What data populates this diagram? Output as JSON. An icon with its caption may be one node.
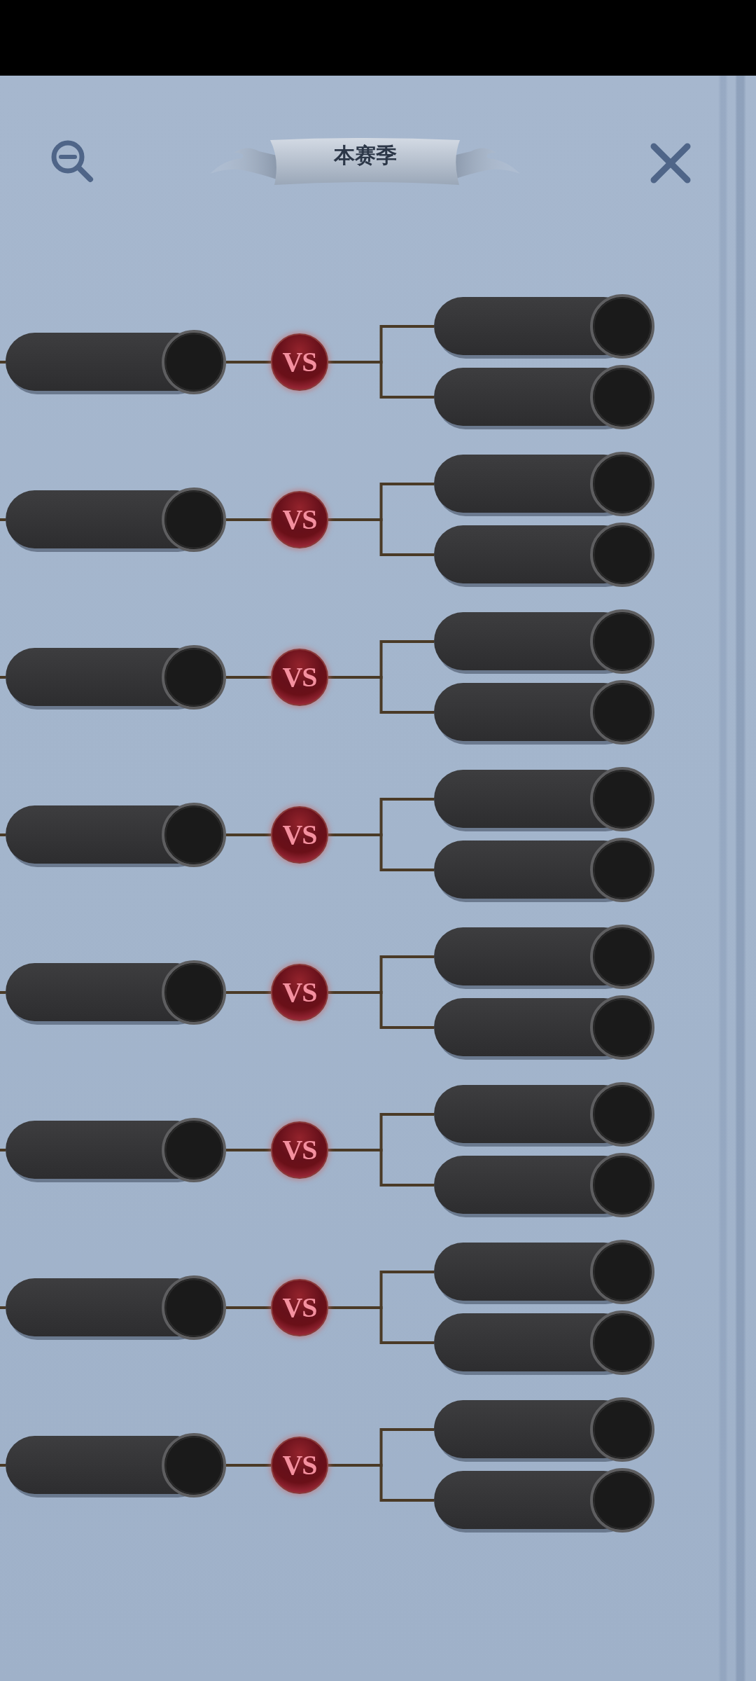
{
  "diagram": {
    "title": "本赛季",
    "nodes": [
      {
        "text": [],
        "shape": "bar"
      },
      {
        "text": [
          "VS"
        ]
      },
      {
        "text": [],
        "shape": "bar"
      },
      {
        "text": [],
        "shape": "bar"
      },
      {
        "text": [],
        "shape": "bar"
      },
      {
        "text": [
          "VS"
        ]
      },
      {
        "text": [],
        "shape": "bar"
      },
      {
        "text": [],
        "shape": "bar"
      },
      {
        "text": [],
        "shape": "bar"
      },
      {
        "text": [
          "VS"
        ]
      },
      {
        "text": [],
        "shape": "bar"
      },
      {
        "text": [],
        "shape": "bar"
      },
      {
        "text": [],
        "shape": "bar"
      },
      {
        "text": [
          "VS"
        ]
      },
      {
        "text": [],
        "shape": "bar"
      },
      {
        "text": [],
        "shape": "bar"
      },
      {
        "text": [],
        "shape": "bar"
      },
      {
        "text": [
          "VS"
        ]
      },
      {
        "text": [],
        "shape": "bar"
      },
      {
        "text": [],
        "shape": "bar"
      },
      {
        "text": [],
        "shape": "bar"
      },
      {
        "text": [
          "VS"
        ]
      },
      {
        "text": [],
        "shape": "bar"
      },
      {
        "text": [],
        "shape": "bar"
      },
      {
        "text": [],
        "shape": "bar"
      },
      {
        "text": [
          "VS"
        ]
      },
      {
        "text": [],
        "shape": "bar"
      },
      {
        "text": [],
        "shape": "bar"
      },
      {
        "text": [],
        "shape": "bar"
      },
      {
        "text": [
          "VS"
        ]
      },
      {
        "text": [],
        "shape": "bar"
      },
      {
        "text": [],
        "shape": "bar"
      }
    ],
    "edges": [
      {
        "from": null,
        "to": 0,
        "arrow": "none"
      },
      {
        "from": 0,
        "to": 1,
        "arrow": "none"
      },
      {
        "from": 1,
        "to": 2,
        "arrow": "none"
      },
      {
        "from": 1,
        "to": 3,
        "arrow": "none"
      },
      {
        "from": null,
        "to": 4,
        "arrow": "none"
      },
      {
        "from": 4,
        "to": 5,
        "arrow": "none"
      },
      {
        "from": 5,
        "to": 6,
        "arrow": "none"
      },
      {
        "from": 5,
        "to": 7,
        "arrow": "none"
      },
      {
        "from": null,
        "to": 8,
        "arrow": "none"
      },
      {
        "from": 8,
        "to": 9,
        "arrow": "none"
      },
      {
        "from": 9,
        "to": 10,
        "arrow": "none"
      },
      {
        "from": 9,
        "to": 11,
        "arrow": "none"
      },
      {
        "from": null,
        "to": 12,
        "arrow": "none"
      },
      {
        "from": 12,
        "to": 13,
        "arrow": "none"
      },
      {
        "from": 13,
        "to": 14,
        "arrow": "none"
      },
      {
        "from": 13,
        "to": 15,
        "arrow": "none"
      },
      {
        "from": null,
        "to": 16,
        "arrow": "none"
      },
      {
        "from": 16,
        "to": 17,
        "arrow": "none"
      },
      {
        "from": 17,
        "to": 18,
        "arrow": "none"
      },
      {
        "from": 17,
        "to": 19,
        "arrow": "none"
      },
      {
        "from": null,
        "to": 20,
        "arrow": "none"
      },
      {
        "from": 20,
        "to": 21,
        "arrow": "none"
      },
      {
        "from": 21,
        "to": 22,
        "arrow": "none"
      },
      {
        "from": 21,
        "to": 23,
        "arrow": "none"
      },
      {
        "from": null,
        "to": 24,
        "arrow": "none"
      },
      {
        "from": 24,
        "to": 25,
        "arrow": "none"
      },
      {
        "from": 25,
        "to": 26,
        "arrow": "none"
      },
      {
        "from": 25,
        "to": 27,
        "arrow": "none"
      },
      {
        "from": null,
        "to": 28,
        "arrow": "none"
      },
      {
        "from": 28,
        "to": 29,
        "arrow": "none"
      },
      {
        "from": 29,
        "to": 30,
        "arrow": "none"
      },
      {
        "from": 29,
        "to": 31,
        "arrow": "none"
      }
    ]
  }
}
